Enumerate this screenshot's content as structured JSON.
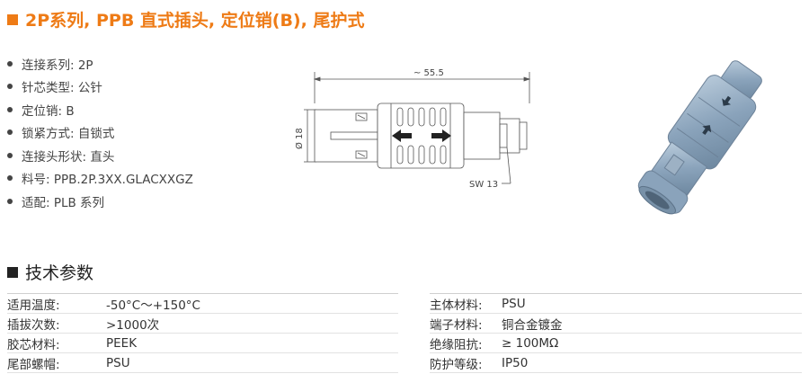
{
  "title": "2P系列, PPB 直式插头, 定位销(B), 尾护式",
  "specs": [
    "连接系列: 2P",
    "针芯类型: 公针",
    "定位销: B",
    "锁紧方式: 自锁式",
    "连接头形状: 直头",
    "料号: PPB.2P.3XX.GLACXXGZ",
    "适配: PLB 系列"
  ],
  "drawing": {
    "length_label": "~ 55.5",
    "diameter_label": "Ø 18",
    "wrench_label": "SW 13"
  },
  "section_title": "技术参数",
  "params_left": [
    {
      "k": "适用温度:",
      "v": "-50°C～+150°C"
    },
    {
      "k": "插拔次数:",
      "v": ">1000次"
    },
    {
      "k": "胶芯材料:",
      "v": "PEEK"
    },
    {
      "k": "尾部螺帽:",
      "v": "PSU"
    }
  ],
  "params_right": [
    {
      "k": "主体材料:",
      "v": "PSU"
    },
    {
      "k": "端子材料:",
      "v": "铜合金镀金"
    },
    {
      "k": "绝缘阻抗:",
      "v": "≥ 100MΩ"
    },
    {
      "k": "防护等级:",
      "v": "IP50"
    }
  ],
  "colors": {
    "accent": "#ee7b16",
    "connector_body": "#8fa9c0"
  }
}
